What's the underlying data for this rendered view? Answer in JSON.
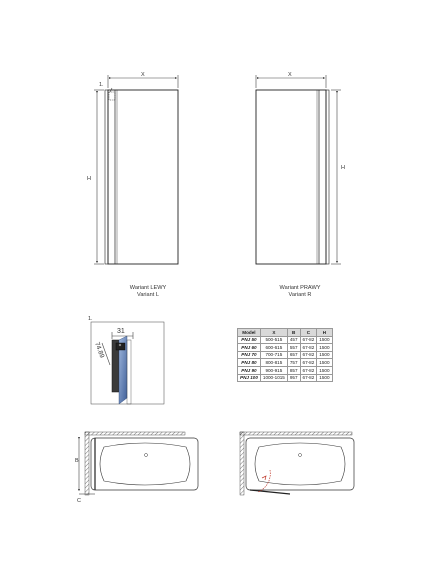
{
  "front_view": {
    "label_x": "X",
    "label_h": "H",
    "detail_marker": "1."
  },
  "variants": {
    "left": {
      "name_pl": "Wariant LEWY",
      "name_en": "Variant L"
    },
    "right": {
      "name_pl": "Wariant PRAWY",
      "name_en": "Variant R"
    }
  },
  "detail": {
    "marker": "1.",
    "dim_width": "31",
    "dim_diag": "74.89"
  },
  "table": {
    "headers": [
      "Model",
      "X",
      "B",
      "C",
      "H"
    ],
    "rows": [
      [
        "PNJ 50",
        "500-515",
        "457",
        "67-82",
        "1500"
      ],
      [
        "PNJ 60",
        "600-615",
        "557",
        "67-82",
        "1500"
      ],
      [
        "PNJ 70",
        "700-715",
        "657",
        "67-82",
        "1500"
      ],
      [
        "PNJ 80",
        "800-815",
        "757",
        "67-82",
        "1500"
      ],
      [
        "PNJ 90",
        "900-915",
        "857",
        "67-82",
        "1500"
      ],
      [
        "PNJ 100",
        "1000-1015",
        "957",
        "67-82",
        "1500"
      ]
    ]
  },
  "plan_view": {
    "label_b": "B",
    "label_c": "C"
  },
  "colors": {
    "line": "#222222",
    "glass": "#5b7fb5",
    "hatch": "#555555",
    "swing_arrow": "#c0392b"
  }
}
